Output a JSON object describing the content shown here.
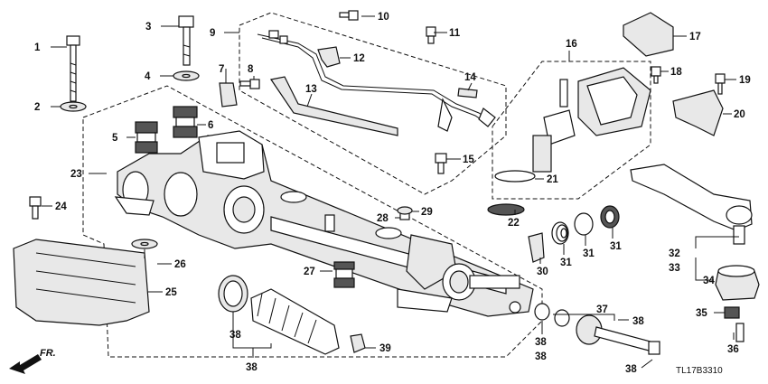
{
  "diagram_code": "TL17B3310",
  "direction_label": "FR.",
  "callouts": [
    "1",
    "2",
    "3",
    "4",
    "5",
    "6",
    "7",
    "8",
    "9",
    "10",
    "11",
    "12",
    "13",
    "14",
    "15",
    "16",
    "17",
    "18",
    "19",
    "20",
    "21",
    "22",
    "23",
    "24",
    "25",
    "26",
    "27",
    "28",
    "29",
    "30",
    "31",
    "31",
    "31",
    "32",
    "33",
    "34",
    "35",
    "36",
    "37",
    "38",
    "38",
    "38",
    "38",
    "38",
    "38",
    "39"
  ]
}
